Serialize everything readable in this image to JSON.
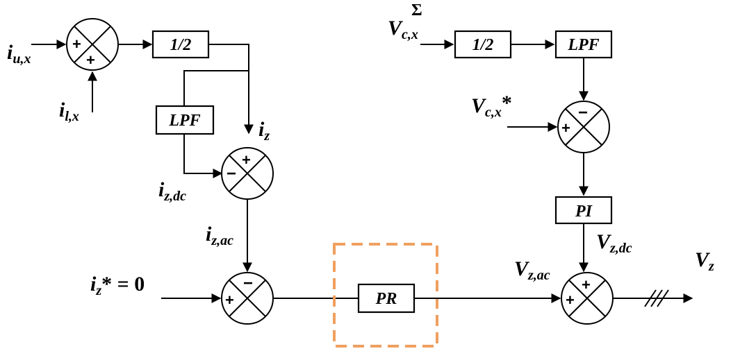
{
  "colors": {
    "line": "#000000",
    "highlight": "#f0a060",
    "background": "#ffffff"
  },
  "inputs": {
    "iu": {
      "main": "i",
      "sub": "u,x"
    },
    "il": {
      "main": "i",
      "sub": "l,x"
    },
    "iz_ref": {
      "main": "i",
      "sub": "z",
      "tail": "* = 0"
    },
    "vc_sigma": {
      "main": "V",
      "sub": "c,x",
      "sup": "Σ"
    },
    "vc_ref": {
      "main": "V",
      "sub": "c,x",
      "tail": "*"
    }
  },
  "signals": {
    "iz": {
      "main": "i",
      "sub": "z"
    },
    "iz_dc": {
      "main": "i",
      "sub": "z,dc"
    },
    "iz_ac": {
      "main": "i",
      "sub": "z,ac"
    },
    "vz_ac": {
      "main": "V",
      "sub": "z,ac"
    },
    "vz_dc": {
      "main": "V",
      "sub": "z,dc"
    },
    "vz": {
      "main": "V",
      "sub": "z"
    }
  },
  "blocks": {
    "half_i": "1/2",
    "lpf_i": "LPF",
    "half_v": "1/2",
    "lpf_v": "LPF",
    "pi": "PI",
    "pr": "PR"
  },
  "sums": {
    "s1": {
      "left": "",
      "top": "",
      "bottom": "+",
      "westsign": "+"
    },
    "s2": {
      "top": "+",
      "left": "−"
    },
    "s3": {
      "top": "−",
      "left": "+"
    },
    "s4": {
      "top": "−",
      "left": "+"
    },
    "s5": {
      "top": "+",
      "left": "+"
    }
  }
}
